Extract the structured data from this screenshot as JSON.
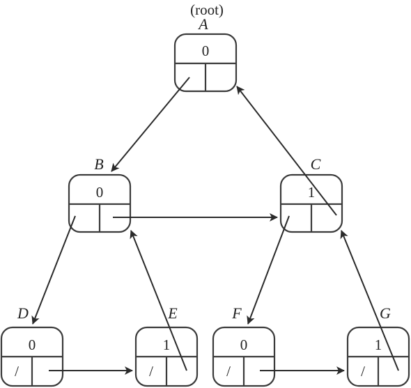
{
  "root_label": "(root)",
  "nodes": {
    "A": {
      "name": "A",
      "value": "0"
    },
    "B": {
      "name": "B",
      "value": "0"
    },
    "C": {
      "name": "C",
      "value": "1"
    },
    "D": {
      "name": "D",
      "value": "0",
      "left_nil": "/"
    },
    "E": {
      "name": "E",
      "value": "1",
      "left_nil": "/"
    },
    "F": {
      "name": "F",
      "value": "0",
      "left_nil": "/"
    },
    "G": {
      "name": "G",
      "value": "1",
      "left_nil": "/"
    }
  },
  "edges": [
    {
      "from": "A",
      "to": "B",
      "kind": "child"
    },
    {
      "from": "B",
      "to": "D",
      "kind": "child"
    },
    {
      "from": "B",
      "to": "C",
      "kind": "sibling"
    },
    {
      "from": "D",
      "to": "E",
      "kind": "sibling"
    },
    {
      "from": "E",
      "to": "B",
      "kind": "parent"
    },
    {
      "from": "C",
      "to": "F",
      "kind": "child"
    },
    {
      "from": "F",
      "to": "G",
      "kind": "sibling"
    },
    {
      "from": "G",
      "to": "C",
      "kind": "parent"
    },
    {
      "from": "C",
      "to": "A",
      "kind": "parent"
    }
  ]
}
